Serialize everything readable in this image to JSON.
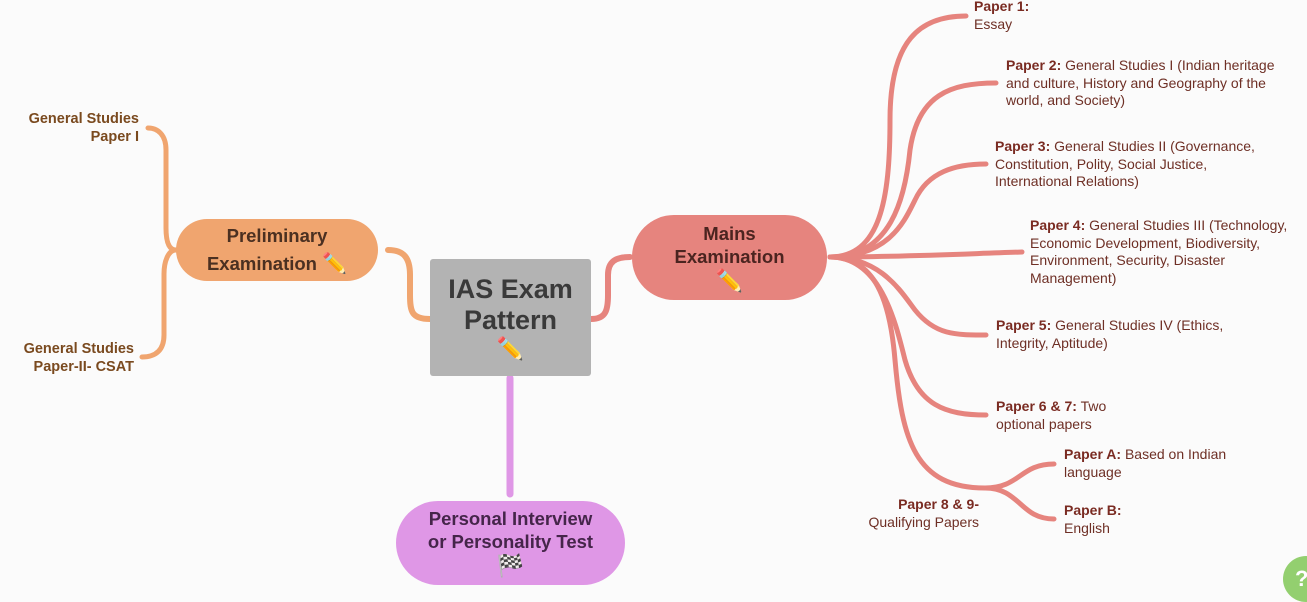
{
  "title": "IAS Exam Pattern",
  "colors": {
    "root": "#b3b3b3",
    "preliminary": "#f0a56f",
    "mains": "#e6847e",
    "interview": "#df97e6",
    "help": "#93cf6f"
  },
  "root": {
    "label_line1": "IAS Exam",
    "label_line2": "Pattern",
    "icon": "pencil-icon",
    "emoji": "✏️"
  },
  "preliminary": {
    "label_line1": "Preliminary",
    "label_line2": "Examination",
    "emoji": "✏️",
    "children": [
      {
        "line1": "General Studies",
        "line2": "Paper I"
      },
      {
        "line1": "General Studies",
        "line2": "Paper-II- CSAT"
      }
    ]
  },
  "mains": {
    "label_line1": "Mains",
    "label_line2": "Examination",
    "emoji": "✏️",
    "children": [
      {
        "bold": "Paper 1:",
        "text": "Essay"
      },
      {
        "bold": "Paper 2:",
        "text": "General Studies I (Indian heritage and culture, History and Geography of the world, and Society)"
      },
      {
        "bold": "Paper 3:",
        "text": "General Studies II (Governance, Constitution, Polity, Social Justice, International Relations)"
      },
      {
        "bold": "Paper 4:",
        "text": "General Studies III (Technology, Economic Development, Biodiversity, Environment, Security, Disaster Management)"
      },
      {
        "bold": "Paper 5:",
        "text": "General Studies IV (Ethics, Integrity, Aptitude)"
      },
      {
        "bold": "Paper 6 & 7:",
        "text": "Two optional papers"
      },
      {
        "bold": "Paper 8 & 9-",
        "text": "Qualifying Papers",
        "children": [
          {
            "bold": "Paper A:",
            "text": "Based on Indian language"
          },
          {
            "bold": "Paper B:",
            "text": "English"
          }
        ]
      }
    ]
  },
  "interview": {
    "label_line1": "Personal Interview",
    "label_line2": "or Personality Test",
    "emoji": "🏁"
  },
  "help": {
    "label": "?"
  }
}
